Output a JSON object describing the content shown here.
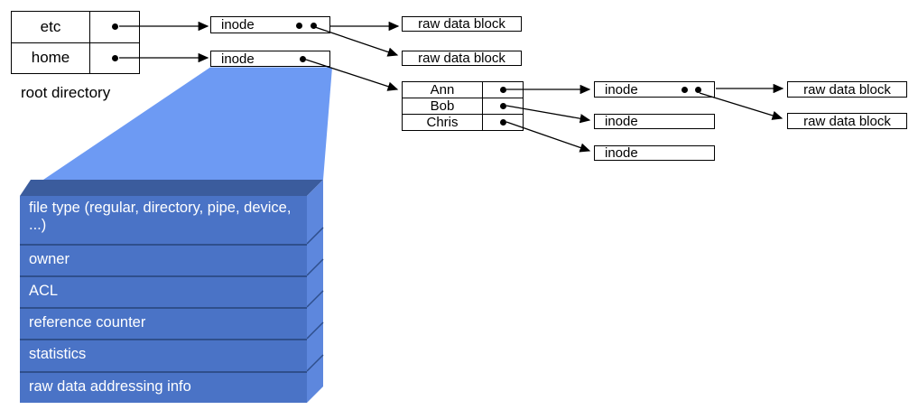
{
  "root_directory": {
    "caption": "root directory",
    "entries": [
      {
        "name": "etc"
      },
      {
        "name": "home"
      }
    ]
  },
  "home_directory": {
    "entries": [
      {
        "name": "Ann"
      },
      {
        "name": "Bob"
      },
      {
        "name": "Chris"
      }
    ]
  },
  "inode_boxes": [
    {
      "label": "inode"
    },
    {
      "label": "inode"
    },
    {
      "label": "inode"
    },
    {
      "label": "inode"
    },
    {
      "label": "inode"
    }
  ],
  "raw_data_blocks": [
    {
      "label": "raw data block"
    },
    {
      "label": "raw data block"
    },
    {
      "label": "raw data block"
    },
    {
      "label": "raw data block"
    }
  ],
  "inode_structure": {
    "fields": [
      "file type (regular, directory, pipe, device, ...)",
      "owner",
      "ACL",
      "reference counter",
      "statistics",
      "raw data addressing info"
    ]
  },
  "colors": {
    "funnel": "#6d9af3",
    "inode_box_front": "#4a73c6",
    "inode_box_top": "#3b5c9d",
    "inode_box_side": "#5d87dd",
    "separator": "#2f4f8c"
  }
}
